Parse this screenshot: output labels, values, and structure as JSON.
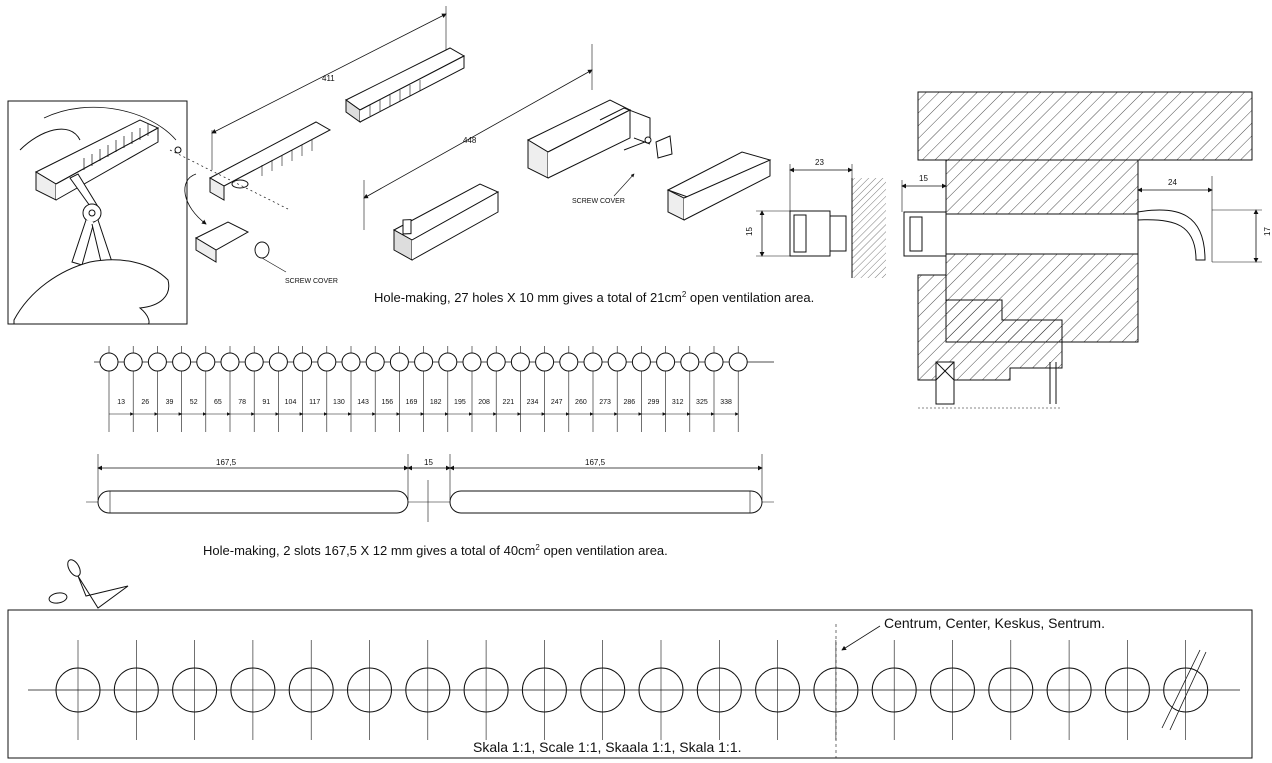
{
  "captions": {
    "holes": "Hole-making, 27 holes X 10 mm gives a total of 21cm",
    "holes_sup": "2",
    "holes_tail": " open ventilation area.",
    "slots": "Hole-making, 2 slots 167,5 X 12 mm gives a total of 40cm",
    "slots_sup": "2",
    "slots_tail": " open ventilation area."
  },
  "product": {
    "dim_411": "411",
    "dim_448": "448",
    "screw_cover_1": "SCREW COVER",
    "screw_cover_2": "SCREW COVER"
  },
  "sections": {
    "small_23": "23",
    "small_15": "15",
    "big_15": "15",
    "big_24": "24",
    "big_17": "17"
  },
  "hole_marks": [
    "13",
    "26",
    "39",
    "52",
    "65",
    "78",
    "91",
    "104",
    "117",
    "130",
    "143",
    "156",
    "169",
    "182",
    "195",
    "208",
    "221",
    "234",
    "247",
    "260",
    "273",
    "286",
    "299",
    "312",
    "325",
    "338"
  ],
  "slots": {
    "left": "167,5",
    "gap": "15",
    "right": "167,5"
  },
  "template": {
    "center_label": "Centrum, Center, Keskus, Sentrum.",
    "scale_label": "Skala 1:1, Scale 1:1, Skaala 1:1, Skala 1:1.",
    "circle_count": 20
  },
  "icons": {
    "cutter": "side-cutter-pliers-icon",
    "scissors": "scissors-icon"
  }
}
